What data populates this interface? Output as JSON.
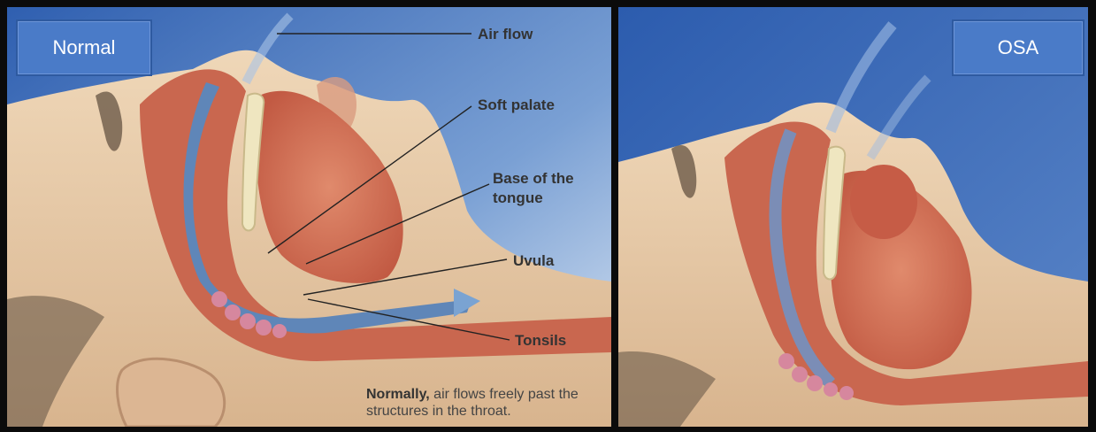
{
  "panels": {
    "normal": {
      "tag": "Normal",
      "labels": {
        "air_flow": "Air flow",
        "soft_palate": "Soft palate",
        "base_tongue_line1": "Base of the",
        "base_tongue_line2": "tongue",
        "uvula": "Uvula",
        "tonsils": "Tonsils"
      },
      "caption": {
        "bold": "Normally,",
        "rest": " air flows freely past the structures in the throat."
      }
    },
    "osa": {
      "tag": "OSA"
    }
  },
  "colors": {
    "tag_bg": "#4a7bc8",
    "sky_blue": "#3f6fc0",
    "skin": "#e8c9a4",
    "tissue": "#c9674f",
    "airway": "#5f86b8",
    "bone": "#efe6c0"
  }
}
